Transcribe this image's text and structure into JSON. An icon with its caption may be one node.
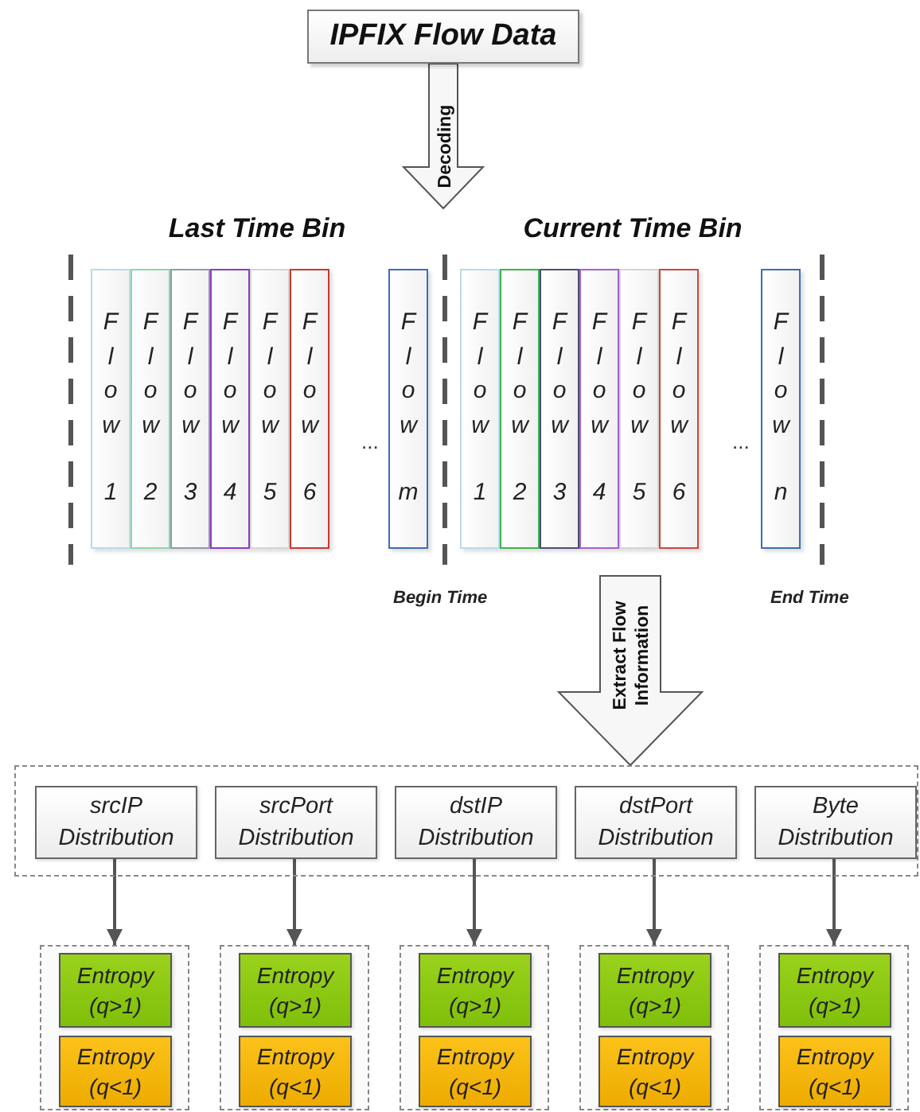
{
  "diagram": {
    "nodes": [
      {
        "text": [
          "IPFIX Flow Data"
        ]
      },
      {
        "text": [
          "Last Time Bin"
        ]
      },
      {
        "text": [
          "Flow",
          "1"
        ],
        "in": 1
      },
      {
        "text": [
          "Flow",
          "2"
        ],
        "in": 1
      },
      {
        "text": [
          "Flow",
          "3"
        ],
        "in": 1
      },
      {
        "text": [
          "Flow",
          "4"
        ],
        "in": 1
      },
      {
        "text": [
          "Flow",
          "5"
        ],
        "in": 1
      },
      {
        "text": [
          "Flow",
          "6"
        ],
        "in": 1
      },
      {
        "text": [
          "Flow",
          "m"
        ],
        "in": 1
      },
      {
        "text": [
          "Current Time Bin"
        ]
      },
      {
        "text": [
          "Flow",
          "1"
        ],
        "in": 9
      },
      {
        "text": [
          "Flow",
          "2"
        ],
        "in": 9
      },
      {
        "text": [
          "Flow",
          "3"
        ],
        "in": 9
      },
      {
        "text": [
          "Flow",
          "4"
        ],
        "in": 9
      },
      {
        "text": [
          "Flow",
          "5"
        ],
        "in": 9
      },
      {
        "text": [
          "Flow",
          "6"
        ],
        "in": 9
      },
      {
        "text": [
          "Flow",
          "n"
        ],
        "in": 9
      },
      {
        "text": [],
        "shape": "box"
      },
      {
        "text": [
          "srcIP Distribution"
        ],
        "in": 17
      },
      {
        "text": [
          "srcPort Distribution"
        ],
        "in": 17
      },
      {
        "text": [
          "dstIP Distribution"
        ],
        "in": 17
      },
      {
        "text": [
          "dstPort Distribution"
        ],
        "in": 17
      },
      {
        "text": [
          "Byte Distribution"
        ],
        "in": 17
      },
      {
        "text": [],
        "shape": "box"
      },
      {
        "text": [
          "Entropy (q>1)"
        ],
        "in": 23
      },
      {
        "text": [
          "Entropy (q<1)"
        ],
        "in": 23
      },
      {
        "text": [],
        "shape": "box"
      },
      {
        "text": [
          "Entropy (q>1)"
        ],
        "in": 26
      },
      {
        "text": [
          "Entropy (q<1)"
        ],
        "in": 26
      },
      {
        "text": [],
        "shape": "box"
      },
      {
        "text": [
          "Entropy (q>1)"
        ],
        "in": 29
      },
      {
        "text": [
          "Entropy (q<1)"
        ],
        "in": 29
      },
      {
        "text": [],
        "shape": "box"
      },
      {
        "text": [
          "Entropy (q>1)"
        ],
        "in": 32
      },
      {
        "text": [
          "Entropy (q<1)"
        ],
        "in": 32
      },
      {
        "text": [],
        "shape": "box"
      },
      {
        "text": [
          "Entropy (q>1)"
        ],
        "in": 35
      },
      {
        "text": [
          "Entropy (q<1)"
        ],
        "in": 35
      }
    ],
    "edges": [
      {
        "from": 0,
        "to": null,
        "arrow": "to",
        "label": "Decoding"
      },
      {
        "from": null,
        "to": 17,
        "arrow": "to",
        "label": "Extract Flow Information"
      },
      {
        "from": 18,
        "to": 23,
        "arrow": "to"
      },
      {
        "from": 19,
        "to": 26,
        "arrow": "to"
      },
      {
        "from": 20,
        "to": 29,
        "arrow": "to"
      },
      {
        "from": 21,
        "to": 32,
        "arrow": "to"
      },
      {
        "from": 22,
        "to": 35,
        "arrow": "to"
      }
    ],
    "labels": [
      "...",
      "...",
      "Begin Time",
      "End Time"
    ]
  }
}
